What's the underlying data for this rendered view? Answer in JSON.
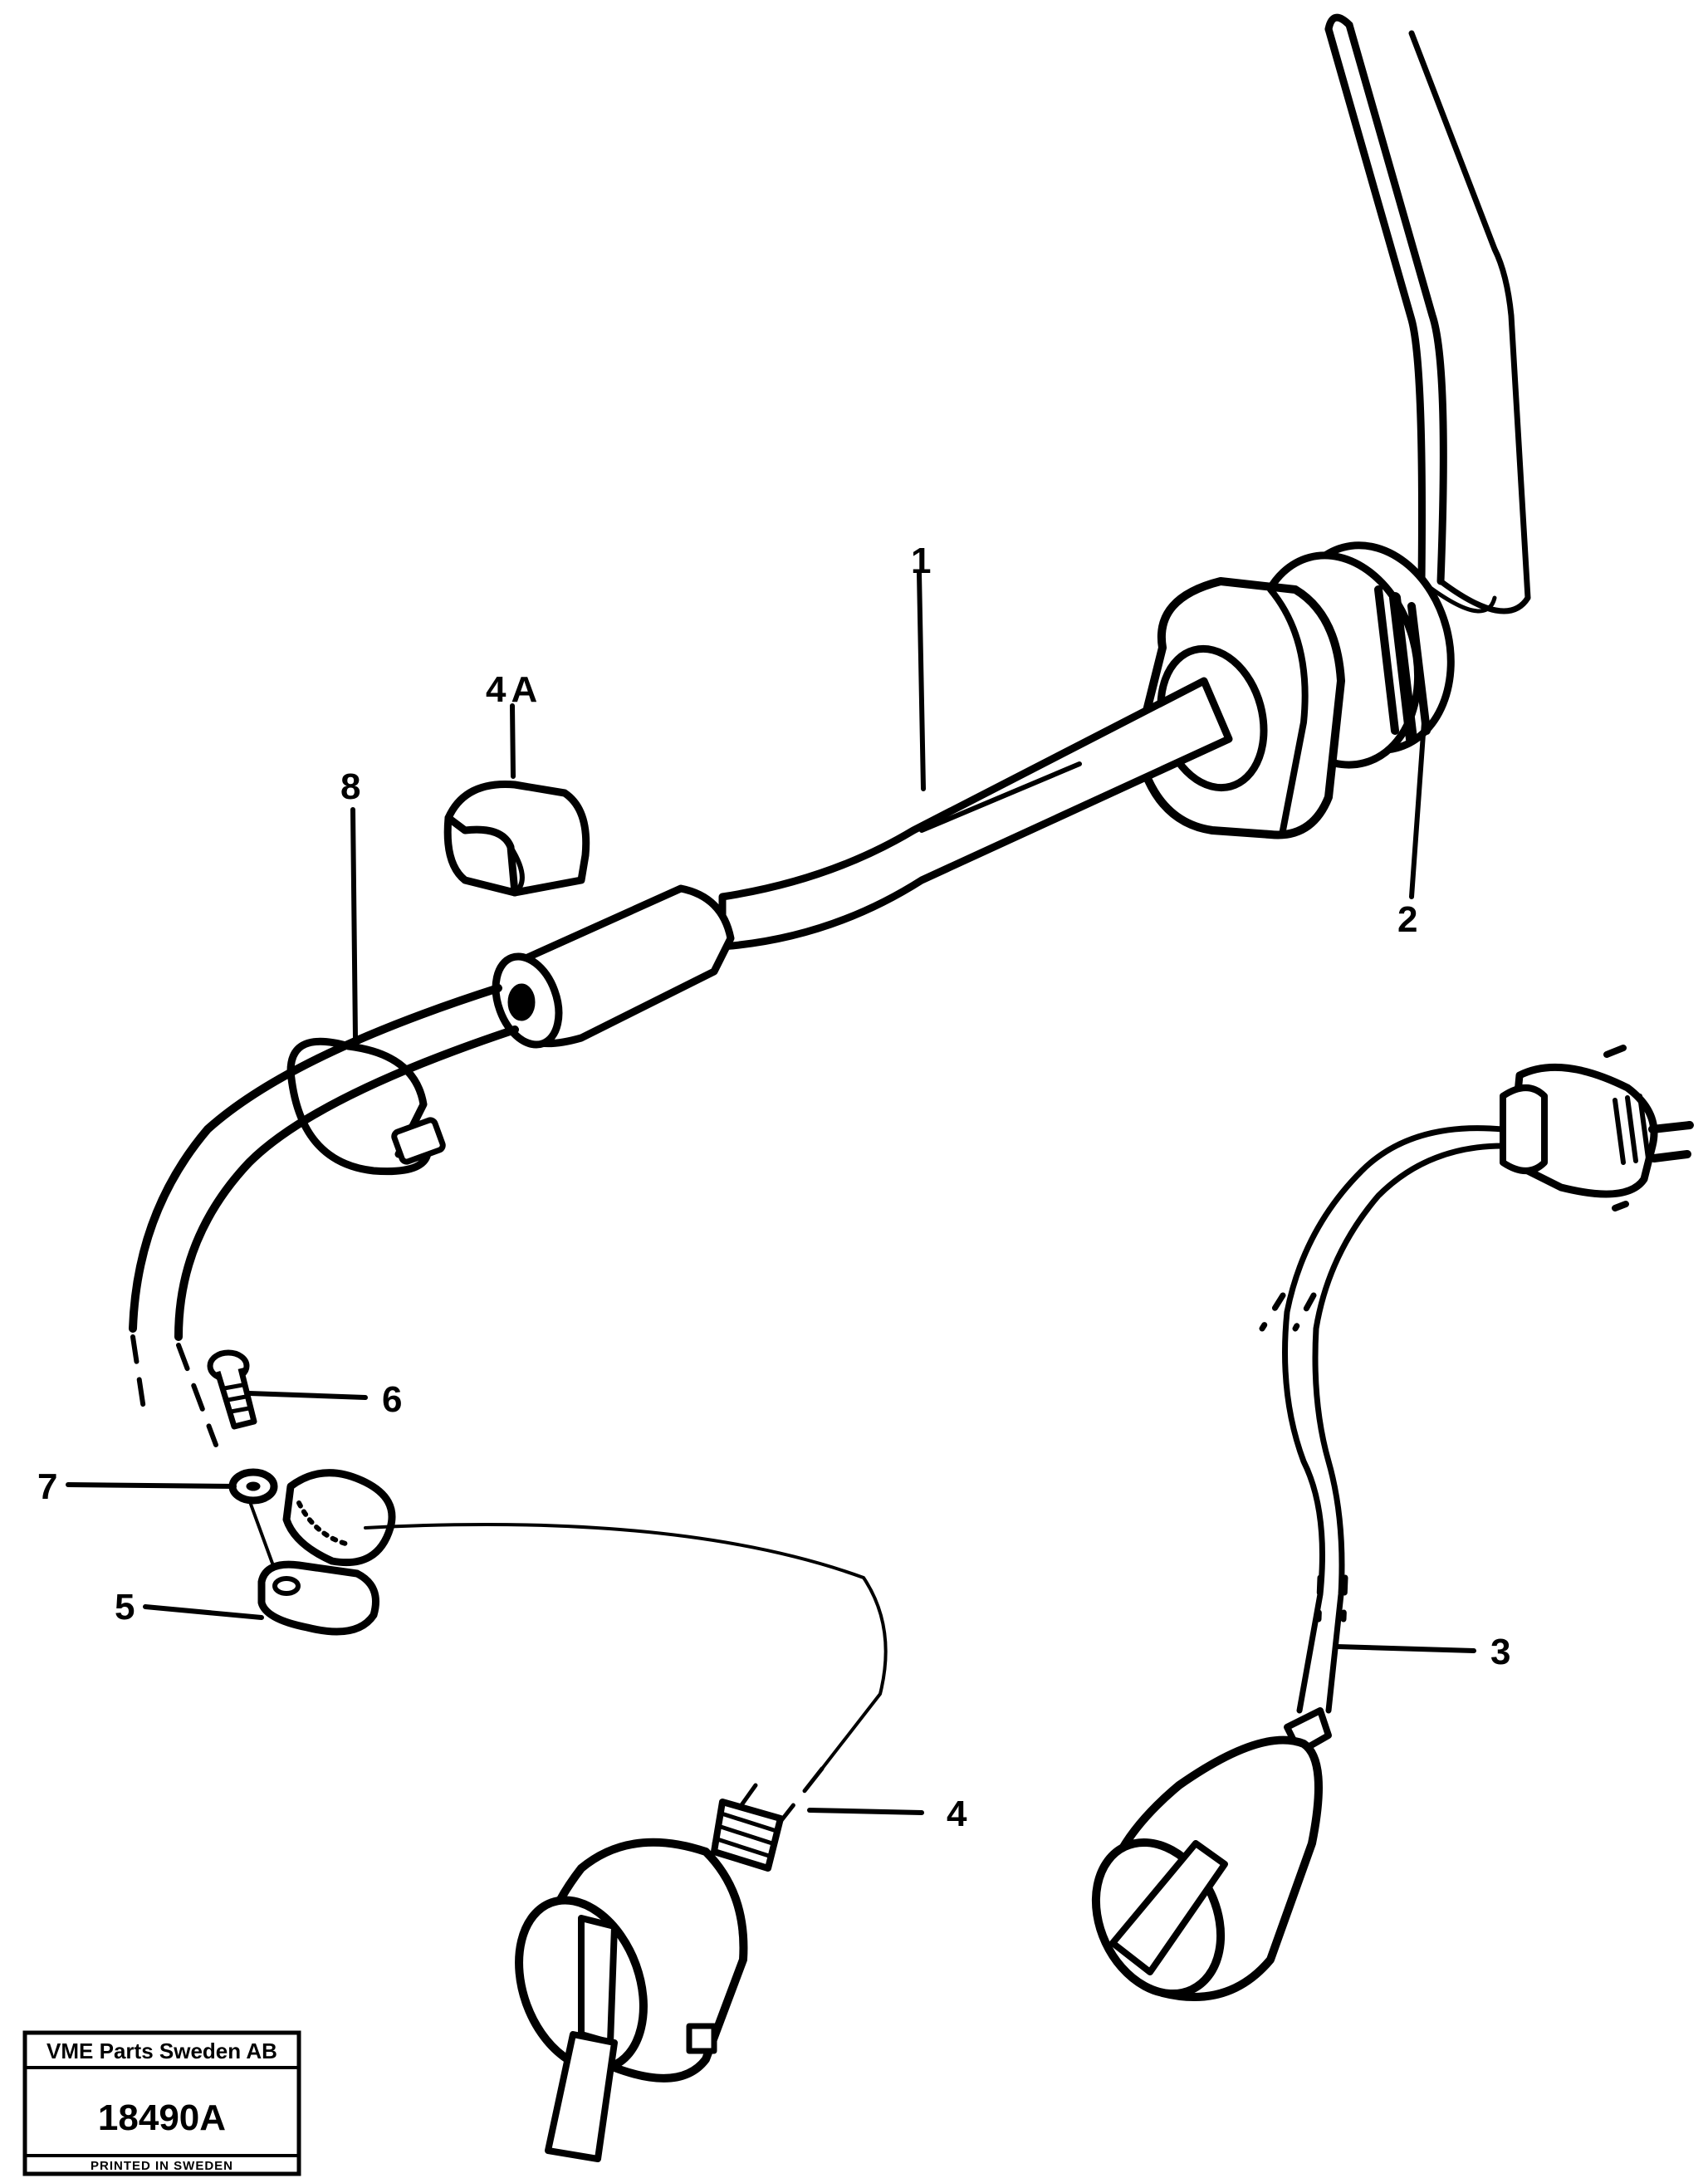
{
  "callouts": {
    "c1": "1",
    "c2": "2",
    "c3": "3",
    "c4": "4",
    "c4a": "4A",
    "c5": "5",
    "c6": "6",
    "c7": "7",
    "c8": "8"
  },
  "plate": {
    "company": "VME Parts Sweden AB",
    "number": "18490A",
    "printed": "PRINTED IN SWEDEN"
  },
  "colors": {
    "ink": "#000000",
    "paper": "#ffffff"
  }
}
